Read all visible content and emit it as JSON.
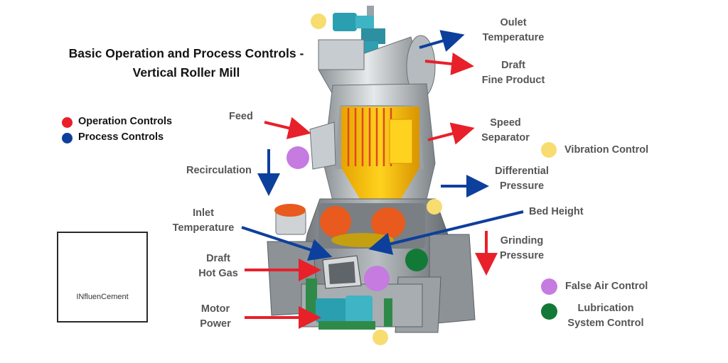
{
  "title_line1": "Basic Operation and Process Controls -",
  "title_line2": "Vertical Roller Mill",
  "legend": {
    "operation": {
      "label": "Operation Controls",
      "color": "#e8202a"
    },
    "process": {
      "label": "Process Controls",
      "color": "#0d3f9c"
    }
  },
  "labels": {
    "outlet_temperature": [
      "Oulet",
      "Temperature"
    ],
    "draft_fine_product": [
      "Draft",
      "Fine Product"
    ],
    "feed": "Feed",
    "speed_separator": [
      "Speed",
      "Separator"
    ],
    "vibration_control": "Vibration Control",
    "recirculation": "Recirculation",
    "differential_pressure": [
      "Differential",
      "Pressure"
    ],
    "bed_height": "Bed Height",
    "inlet_temperature": [
      "Inlet",
      "Temperature"
    ],
    "grinding_pressure": [
      "Grinding",
      "Pressure"
    ],
    "draft_hot_gas": [
      "Draft",
      "Hot Gas"
    ],
    "false_air_control": "False Air Control",
    "motor_power": [
      "Motor",
      "Power"
    ],
    "lubrication_system_control": [
      "Lubrication",
      "System Control"
    ]
  },
  "colors": {
    "operation_red": "#e8202a",
    "process_blue": "#0d3f9c",
    "vibration_yellow": "#f7dc6f",
    "false_air_purple": "#c67be0",
    "lubrication_green": "#127a36"
  },
  "logo": {
    "text": "INfluenCement"
  }
}
